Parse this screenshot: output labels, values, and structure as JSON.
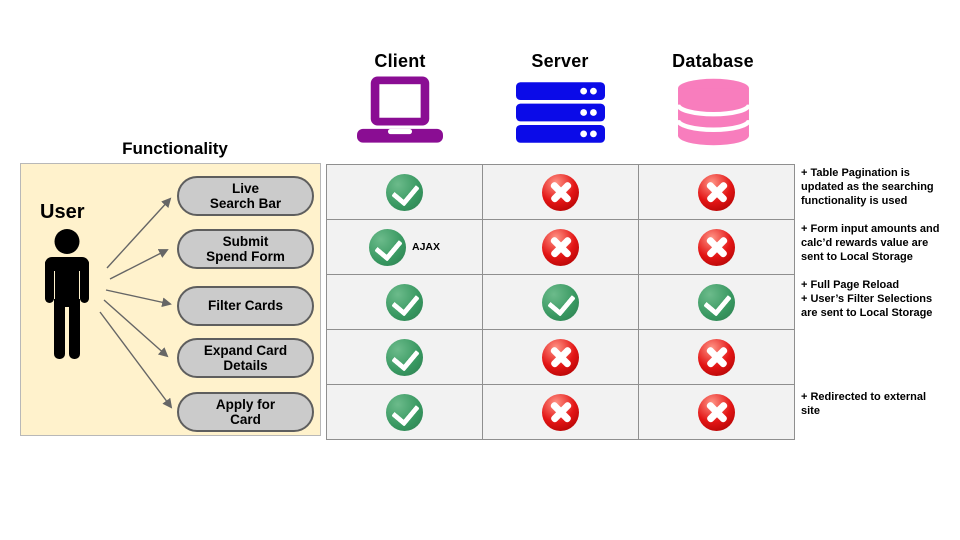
{
  "header": {
    "columns": [
      {
        "label": "Client",
        "icon": "laptop-icon"
      },
      {
        "label": "Server",
        "icon": "server-icon"
      },
      {
        "label": "Database",
        "icon": "database-icon"
      }
    ]
  },
  "functionality": {
    "title": "Functionality",
    "actor": "User",
    "actor_icon": "person-icon",
    "items": [
      "Live\nSearch Bar",
      "Submit\nSpend Form",
      "Filter Cards",
      "Expand Card\nDetails",
      "Apply for\nCard"
    ]
  },
  "matrix": {
    "legend": {
      "yes": "check-icon",
      "no": "cross-icon"
    },
    "rows": [
      {
        "functionality": "Live Search Bar",
        "client": "yes",
        "client_note": "",
        "server": "no",
        "database": "no"
      },
      {
        "functionality": "Submit Spend Form",
        "client": "yes",
        "client_note": "AJAX",
        "server": "no",
        "database": "no"
      },
      {
        "functionality": "Filter Cards",
        "client": "yes",
        "client_note": "",
        "server": "yes",
        "database": "yes"
      },
      {
        "functionality": "Expand Card Details",
        "client": "yes",
        "client_note": "",
        "server": "no",
        "database": "no"
      },
      {
        "functionality": "Apply for Card",
        "client": "yes",
        "client_note": "",
        "server": "no",
        "database": "no"
      }
    ]
  },
  "notes": [
    {
      "row": 1,
      "text": "+ Table Pagination is\nupdated as the searching\nfunctionality is used"
    },
    {
      "row": 2,
      "text": "+ Form input amounts and\ncalc’d rewards value are\nsent to Local Storage"
    },
    {
      "row": 3,
      "text": "+ Full Page Reload\n+ User’s Filter Selections\nare sent to Local Storage"
    },
    {
      "row": 5,
      "text": "+ Redirected to external\nsite"
    }
  ],
  "colors": {
    "purple": "#8A0D93",
    "blue": "#0B0BE8",
    "pink": "#F87DBD",
    "green": "#379760",
    "red": "#E31515",
    "box-bg": "#FFF2CC",
    "box-border": "#B8B8B8",
    "pill-bg": "#CBCBCB",
    "pill-border": "#5E5E5E",
    "cell-bg": "#F2F2F2",
    "grid-border": "#8F8F8F",
    "arrow": "#666666"
  }
}
